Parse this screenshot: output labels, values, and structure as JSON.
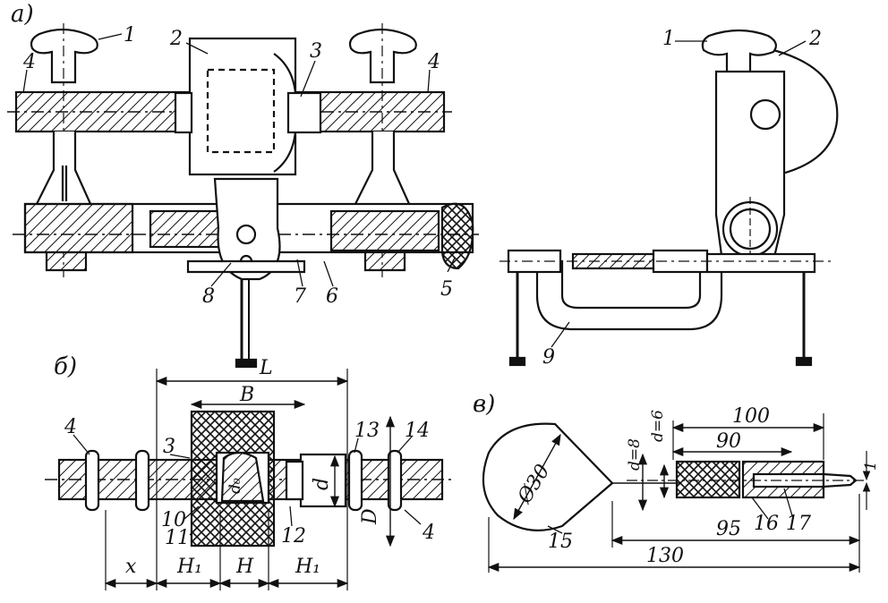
{
  "figure": {
    "panel_labels": {
      "a": "а)",
      "b": "б)",
      "c": "в)"
    },
    "part_numbers": {
      "a_left": [
        "1",
        "2",
        "3",
        "4",
        "4",
        "5",
        "6",
        "7",
        "8"
      ],
      "a_right": [
        "1",
        "2",
        "9"
      ],
      "b": [
        "3",
        "4",
        "4",
        "10",
        "11",
        "12",
        "13",
        "14"
      ],
      "c": [
        "15",
        "16",
        "17"
      ]
    },
    "dimensions_b": {
      "L": "L",
      "B": "B",
      "d0": "d₀",
      "d": "d",
      "D": "D",
      "x": "x",
      "H1_left": "H₁",
      "H": "H",
      "H1_right": "H₁"
    },
    "dimensions_c": {
      "phi30": "Ø30",
      "d8": "d=8",
      "d6": "d=6",
      "len100": "100",
      "len90": "90",
      "len95": "95",
      "len130": "130",
      "gap1": "1"
    }
  },
  "colors": {
    "ink": "#111111",
    "paper": "#ffffff"
  }
}
